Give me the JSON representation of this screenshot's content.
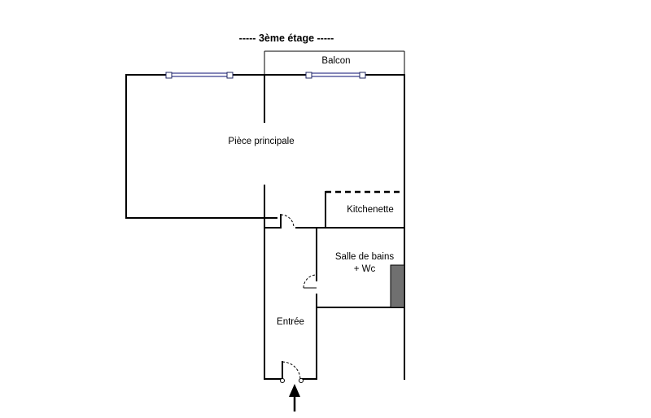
{
  "floor": {
    "title": "-----  3ème étage  -----"
  },
  "rooms": {
    "balcon": "Balcon",
    "piece_principale": "Pièce principale",
    "kitchenette": "Kitchenette",
    "salle_de_bains_line1": "Salle de bains",
    "salle_de_bains_line2": "+ Wc",
    "entree": "Entrée"
  },
  "colors": {
    "walls": "#000000",
    "windows": "#3a3f8f",
    "cupboard": "#707070"
  },
  "icons": {
    "entry_marker": "arrow-up-icon"
  }
}
